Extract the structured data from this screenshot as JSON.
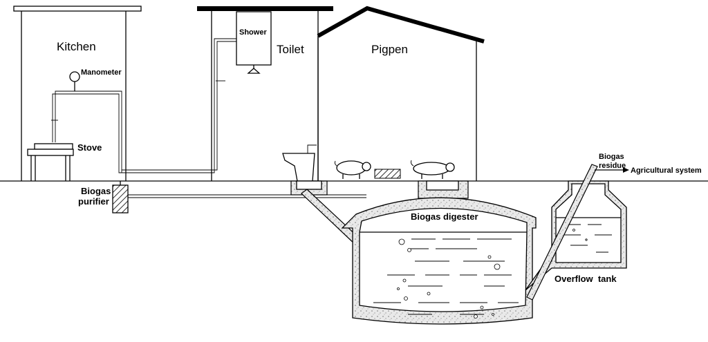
{
  "labels": {
    "kitchen": "Kitchen",
    "manometer": "Manometer",
    "stove": "Stove",
    "biogas_purifier_line1": "Biogas",
    "biogas_purifier_line2": "purifier",
    "shower": "Shower",
    "toilet": "Toilet",
    "pigpen": "Pigpen",
    "biogas_digester": "Biogas digester",
    "biogas_residue_line1": "Biogas",
    "biogas_residue_line2": "residue",
    "agricultural_system": "Agricultural system",
    "overflow_tank": "Overflow  tank"
  }
}
